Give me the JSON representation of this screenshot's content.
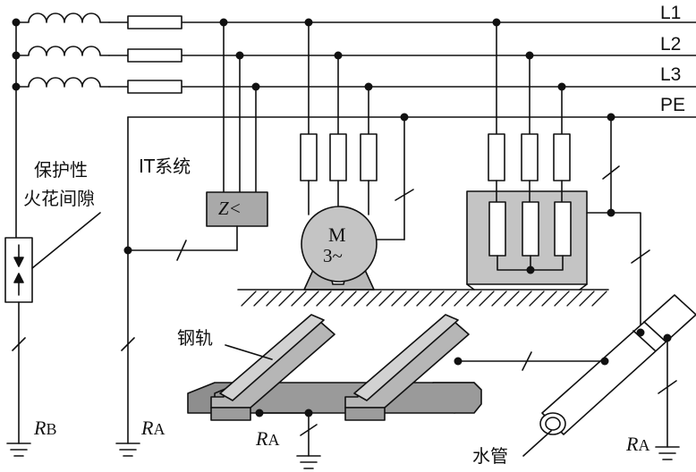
{
  "bus_labels": {
    "l1": "L1",
    "l2": "L2",
    "l3": "L3",
    "pe": "PE"
  },
  "labels": {
    "spark_gap_line1": "保护性",
    "spark_gap_line2": "火花间隙",
    "it_system": "IT系统",
    "impedance": "Z<",
    "motor_m": "M",
    "motor_3ph": "3~",
    "rail": "钢轨",
    "water_pipe": "水管"
  },
  "resistors": {
    "rb": {
      "symbol": "R",
      "sub": "B"
    },
    "ra_left": {
      "symbol": "R",
      "sub": "A"
    },
    "ra_mid": {
      "symbol": "R",
      "sub": "A"
    },
    "ra_right": {
      "symbol": "R",
      "sub": "A"
    }
  },
  "colors": {
    "line": "#111111",
    "fill_gray": "#b8b8b8",
    "fill_dark": "#8e8e8e",
    "background": "#ffffff"
  }
}
